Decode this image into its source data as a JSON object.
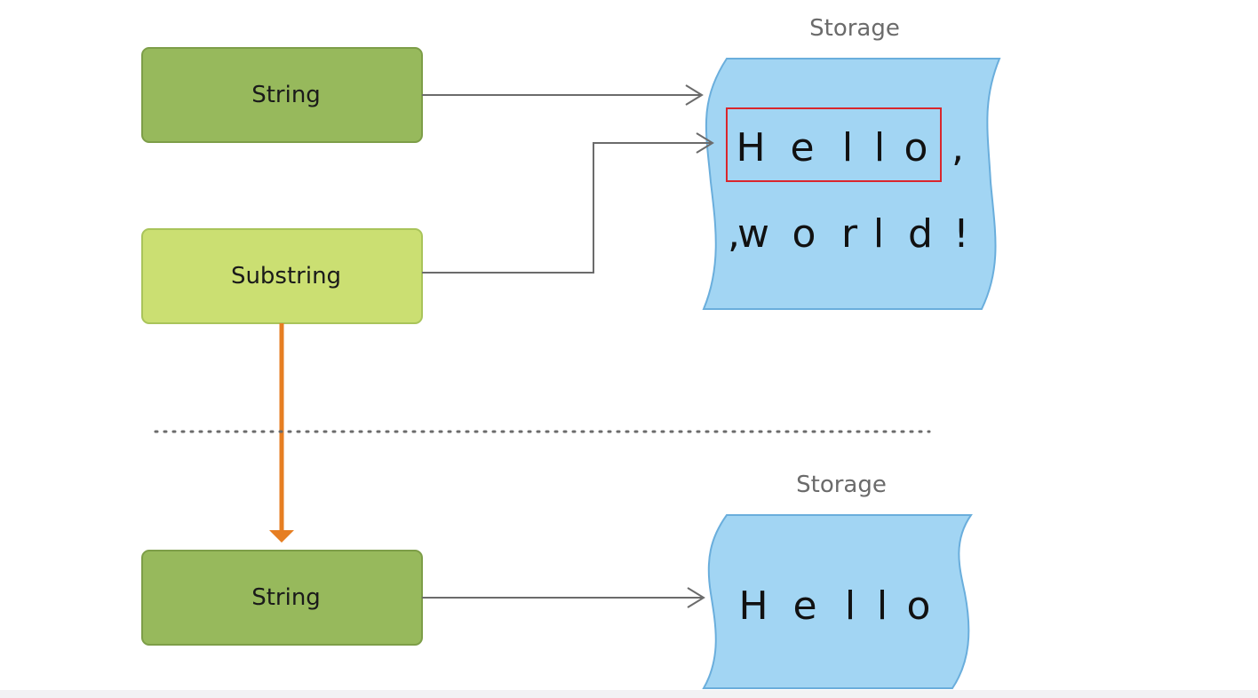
{
  "top": {
    "string_box": {
      "label": "String"
    },
    "substring_box": {
      "label": "Substring"
    },
    "storage": {
      "title": "Storage",
      "line1": [
        "H",
        "e",
        "l",
        "l",
        "o",
        ","
      ],
      "line2": [
        ",",
        "w",
        "o",
        "r",
        "l",
        "d",
        "!"
      ]
    }
  },
  "bottom": {
    "string_box": {
      "label": "String"
    },
    "storage": {
      "title": "Storage",
      "line1": [
        "H",
        "e",
        "l",
        "l",
        "o"
      ]
    }
  },
  "colors": {
    "string_fill": "#97b95c",
    "string_stroke": "#7d9e48",
    "substring_fill": "#cbdf72",
    "substring_stroke": "#a9c45a",
    "storage_fill": "#a2d5f3",
    "storage_stroke": "#6aaedc",
    "arrow": "#6b6b6b",
    "conversion_arrow": "#e67e22",
    "highlight": "#d9262c",
    "divider": "#6b6b6b"
  }
}
